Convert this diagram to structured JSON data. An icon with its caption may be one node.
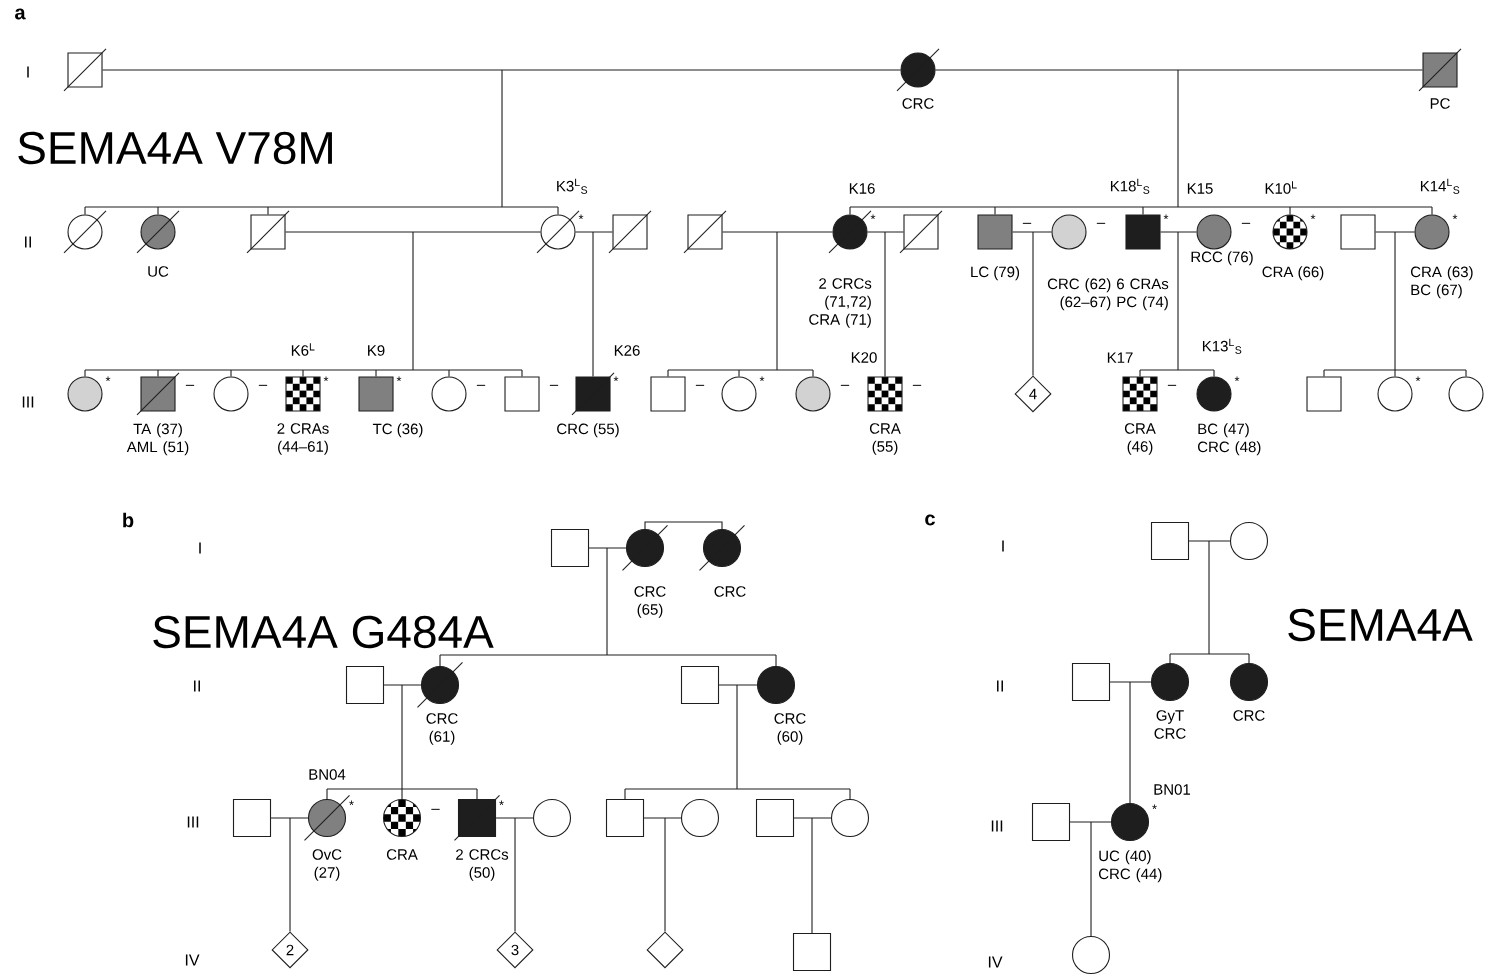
{
  "diagram": {
    "nodes": [
      {
        "text": [],
        "shape": "box"
      },
      {
        "text": [],
        "shape": "circle",
        "beside": [
          "CRC"
        ]
      },
      {
        "text": [],
        "shape": "box",
        "beside": [
          "PC"
        ]
      },
      {
        "text": [],
        "shape": "circle"
      },
      {
        "text": [],
        "shape": "circle",
        "beside": [
          "UC"
        ]
      },
      {
        "text": [],
        "shape": "box"
      },
      {
        "text": [],
        "shape": "circle",
        "beside": [
          "K3$^{L}$$_{S}$",
          "*"
        ]
      },
      {
        "text": [],
        "shape": "box"
      },
      {
        "text": [],
        "shape": "box"
      },
      {
        "text": [],
        "shape": "circle",
        "beside": [
          "K16",
          "*",
          "2 CRCs (71,72) CRA (71)"
        ]
      },
      {
        "text": [],
        "shape": "box"
      },
      {
        "text": [],
        "shape": "box",
        "beside": [
          "–",
          "LC (79)"
        ]
      },
      {
        "text": [],
        "shape": "circle",
        "beside": [
          "–"
        ]
      },
      {
        "text": [],
        "shape": "box",
        "beside": [
          "K18$^{L}$$_{S}$",
          "*",
          "CRC (62) 6 CRAs (62–67) PC (74)"
        ]
      },
      {
        "text": [],
        "shape": "circle",
        "beside": [
          "K15",
          "–",
          "RCC (76)"
        ]
      },
      {
        "text": [],
        "shape": "circle",
        "beside": [
          "K10$^{L}$",
          "*",
          "CRA (66)"
        ]
      },
      {
        "text": [],
        "shape": "box"
      },
      {
        "text": [],
        "shape": "circle",
        "beside": [
          "K14$^{L}$$_{S}$",
          "*",
          "CRA (63) BC (67)"
        ]
      },
      {
        "text": [],
        "shape": "circle",
        "beside": [
          "*"
        ]
      },
      {
        "text": [],
        "shape": "box",
        "beside": [
          "–",
          "TA (37) AML (51)"
        ]
      },
      {
        "text": [],
        "shape": "circle",
        "beside": [
          "–"
        ]
      },
      {
        "text": [],
        "shape": "box",
        "beside": [
          "K6$^{L}$",
          "*",
          "2 CRAs (44–61)"
        ]
      },
      {
        "text": [],
        "shape": "box",
        "beside": [
          "K9",
          "*",
          "TC (36)"
        ]
      },
      {
        "text": [],
        "shape": "circle",
        "beside": [
          "–"
        ]
      },
      {
        "text": [],
        "shape": "box",
        "beside": [
          "–"
        ]
      },
      {
        "text": [],
        "shape": "box",
        "beside": [
          "K26",
          "*",
          "CRC (55)"
        ]
      },
      {
        "text": [],
        "shape": "box",
        "beside": [
          "–"
        ]
      },
      {
        "text": [],
        "shape": "circle",
        "beside": [
          "*"
        ]
      },
      {
        "text": [],
        "shape": "circle",
        "beside": [
          "–"
        ]
      },
      {
        "text": [],
        "shape": "box",
        "beside": [
          "K20",
          "–",
          "CRA (55)"
        ]
      },
      {
        "text": [
          "4"
        ]
      },
      {
        "text": [],
        "shape": "box",
        "beside": [
          "K17",
          "–",
          "CRA (46)"
        ]
      },
      {
        "text": [],
        "shape": "circle",
        "beside": [
          "K13$^{L}$$_{S}$",
          "*",
          "BC (47) CRC (48)"
        ]
      },
      {
        "text": [],
        "shape": "box"
      },
      {
        "text": [],
        "shape": "circle",
        "beside": [
          "*"
        ]
      },
      {
        "text": [],
        "shape": "circle"
      },
      {
        "text": [],
        "shape": "box"
      },
      {
        "text": [],
        "shape": "circle",
        "beside": [
          "CRC (65)"
        ]
      },
      {
        "text": [],
        "shape": "circle",
        "beside": [
          "CRC"
        ]
      },
      {
        "text": [],
        "shape": "box"
      },
      {
        "text": [],
        "shape": "circle",
        "beside": [
          "CRC (61)"
        ]
      },
      {
        "text": [],
        "shape": "box"
      },
      {
        "text": [],
        "shape": "circle",
        "beside": [
          "CRC (60)"
        ]
      },
      {
        "text": [],
        "shape": "box"
      },
      {
        "text": [],
        "shape": "circle",
        "beside": [
          "BN04",
          "*",
          "OvC (27)"
        ]
      },
      {
        "text": [],
        "shape": "circle",
        "beside": [
          "–",
          "CRA"
        ]
      },
      {
        "text": [],
        "shape": "box",
        "beside": [
          "*",
          "2 CRCs (50)"
        ]
      },
      {
        "text": [],
        "shape": "circle"
      },
      {
        "text": [],
        "shape": "box"
      },
      {
        "text": [],
        "shape": "circle"
      },
      {
        "text": [],
        "shape": "box"
      },
      {
        "text": [],
        "shape": "circle"
      },
      {
        "text": [
          "2"
        ]
      },
      {
        "text": [
          "3"
        ]
      },
      {
        "text": [],
        "shape": "diamond"
      },
      {
        "text": [],
        "shape": "box"
      },
      {
        "text": [],
        "shape": "box"
      },
      {
        "text": [],
        "shape": "circle"
      },
      {
        "text": [],
        "shape": "box"
      },
      {
        "text": [],
        "shape": "circle",
        "beside": [
          "GyT CRC"
        ]
      },
      {
        "text": [],
        "shape": "circle",
        "beside": [
          "CRC"
        ]
      },
      {
        "text": [],
        "shape": "box"
      },
      {
        "text": [],
        "shape": "circle",
        "beside": [
          "BN01",
          "*",
          "UC (40) CRC (44)"
        ]
      },
      {
        "text": [],
        "shape": "circle"
      }
    ],
    "edges": [
      {
        "from": 0,
        "to": 1,
        "arrow": "none"
      },
      {
        "from": 1,
        "to": 2,
        "arrow": "none"
      },
      {
        "from": 5,
        "to": 6,
        "arrow": "none"
      },
      {
        "from": 6,
        "to": 7,
        "arrow": "none"
      },
      {
        "from": 8,
        "to": 9,
        "arrow": "none"
      },
      {
        "from": 9,
        "to": 10,
        "arrow": "none"
      },
      {
        "from": 11,
        "to": 12,
        "arrow": "none"
      },
      {
        "from": 13,
        "to": 14,
        "arrow": "none"
      },
      {
        "from": 16,
        "to": 17,
        "arrow": "none"
      },
      {
        "from": 1,
        "to": 3,
        "arrow": "none"
      },
      {
        "from": 1,
        "to": 4,
        "arrow": "none"
      },
      {
        "from": 1,
        "to": 5,
        "arrow": "none"
      },
      {
        "from": 1,
        "to": 6,
        "arrow": "none"
      },
      {
        "from": 1,
        "to": 9,
        "arrow": "none"
      },
      {
        "from": 1,
        "to": 11,
        "arrow": "none"
      },
      {
        "from": 1,
        "to": 13,
        "arrow": "none"
      },
      {
        "from": 1,
        "to": 15,
        "arrow": "none"
      },
      {
        "from": 1,
        "to": 17,
        "arrow": "none"
      },
      {
        "from": 6,
        "to": 18,
        "arrow": "none"
      },
      {
        "from": 6,
        "to": 19,
        "arrow": "none"
      },
      {
        "from": 6,
        "to": 20,
        "arrow": "none"
      },
      {
        "from": 6,
        "to": 21,
        "arrow": "none"
      },
      {
        "from": 6,
        "to": 22,
        "arrow": "none"
      },
      {
        "from": 6,
        "to": 23,
        "arrow": "none"
      },
      {
        "from": 6,
        "to": 24,
        "arrow": "none"
      },
      {
        "from": 6,
        "to": 25,
        "arrow": "none"
      },
      {
        "from": 9,
        "to": 26,
        "arrow": "none"
      },
      {
        "from": 9,
        "to": 27,
        "arrow": "none"
      },
      {
        "from": 9,
        "to": 28,
        "arrow": "none"
      },
      {
        "from": 9,
        "to": 29,
        "arrow": "none"
      },
      {
        "from": 11,
        "to": 30,
        "arrow": "none"
      },
      {
        "from": 13,
        "to": 31,
        "arrow": "none"
      },
      {
        "from": 13,
        "to": 32,
        "arrow": "none"
      },
      {
        "from": 17,
        "to": 33,
        "arrow": "none"
      },
      {
        "from": 17,
        "to": 34,
        "arrow": "none"
      },
      {
        "from": 17,
        "to": 35,
        "arrow": "none"
      },
      {
        "from": 36,
        "to": 37,
        "arrow": "none"
      },
      {
        "from": 37,
        "to": 38,
        "arrow": "none"
      },
      {
        "from": 39,
        "to": 40,
        "arrow": "none"
      },
      {
        "from": 41,
        "to": 42,
        "arrow": "none"
      },
      {
        "from": 43,
        "to": 44,
        "arrow": "none"
      },
      {
        "from": 46,
        "to": 47,
        "arrow": "none"
      },
      {
        "from": 48,
        "to": 49,
        "arrow": "none"
      },
      {
        "from": 50,
        "to": 51,
        "arrow": "none"
      },
      {
        "from": 37,
        "to": 40,
        "arrow": "none"
      },
      {
        "from": 37,
        "to": 42,
        "arrow": "none"
      },
      {
        "from": 40,
        "to": 44,
        "arrow": "none"
      },
      {
        "from": 40,
        "to": 45,
        "arrow": "none"
      },
      {
        "from": 40,
        "to": 46,
        "arrow": "none"
      },
      {
        "from": 42,
        "to": 48,
        "arrow": "none"
      },
      {
        "from": 42,
        "to": 51,
        "arrow": "none"
      },
      {
        "from": 44,
        "to": 52,
        "arrow": "none"
      },
      {
        "from": 46,
        "to": 53,
        "arrow": "none"
      },
      {
        "from": 48,
        "to": 54,
        "arrow": "none"
      },
      {
        "from": 51,
        "to": 55,
        "arrow": "none"
      },
      {
        "from": 56,
        "to": 57,
        "arrow": "none"
      },
      {
        "from": 58,
        "to": 59,
        "arrow": "none"
      },
      {
        "from": 61,
        "to": 62,
        "arrow": "none"
      },
      {
        "from": 57,
        "to": 59,
        "arrow": "none"
      },
      {
        "from": 57,
        "to": 60,
        "arrow": "none"
      },
      {
        "from": 59,
        "to": 62,
        "arrow": "none"
      },
      {
        "from": 62,
        "to": 63,
        "arrow": "none"
      }
    ],
    "labels": [
      "a",
      "I",
      "SEMA4A V78M",
      "II",
      "III",
      "b",
      "I",
      "SEMA4A G484A",
      "II",
      "III",
      "IV",
      "c",
      "I",
      "II",
      "III",
      "IV",
      "SEMA4A"
    ]
  }
}
